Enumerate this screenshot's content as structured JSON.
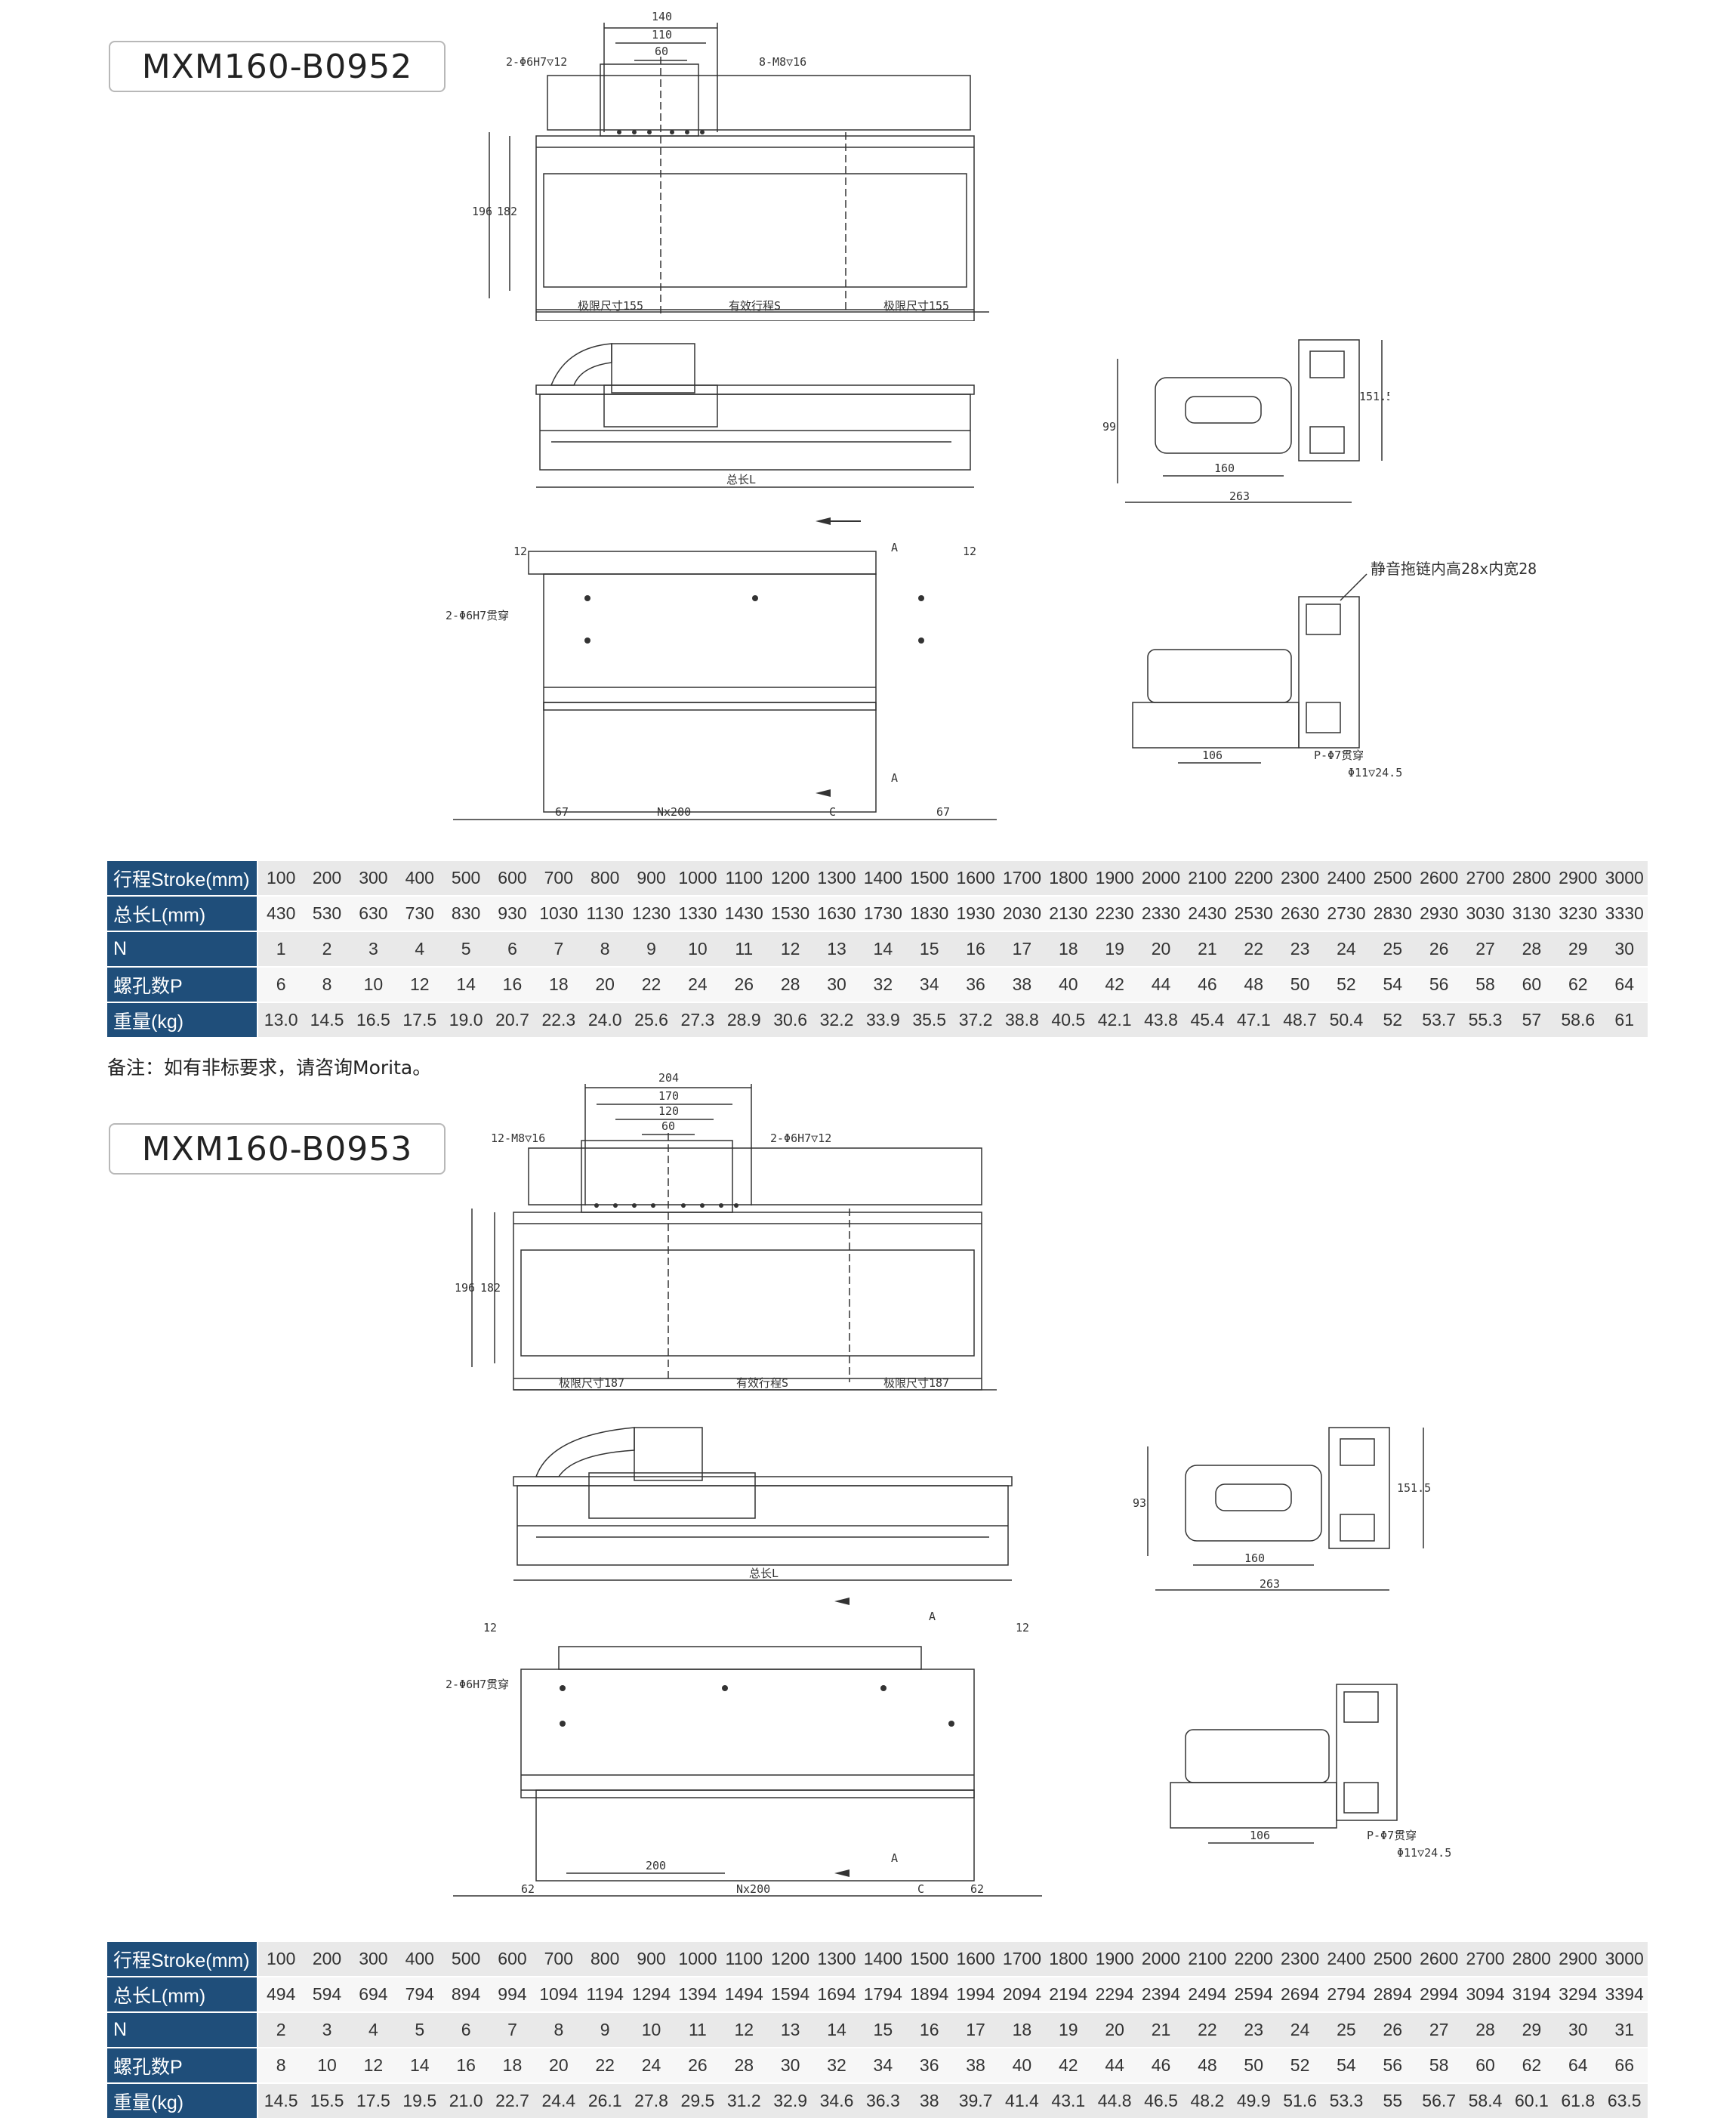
{
  "section1": {
    "model": "MXM160-B0952",
    "top_view": {
      "dims": [
        "140",
        "110",
        "60",
        "2-Φ6H7▽12",
        "8-M8▽16",
        "196",
        "182"
      ],
      "labels": [
        "极限尺寸155",
        "有效行程S",
        "极限尺寸155"
      ]
    },
    "side_view": {
      "labels": [
        "总长L"
      ]
    },
    "end_view": {
      "dims": [
        "99",
        "151.5",
        "160",
        "263"
      ]
    },
    "bottom_view": {
      "dims": [
        "12",
        "12",
        "A",
        "A",
        "2-Φ6H7贯穿",
        "67",
        "Nx200",
        "C",
        "67"
      ]
    },
    "section_view": {
      "dims": [
        "静音拖链内高28x内宽28",
        "106",
        "P-Φ7贯穿",
        "Φ11▽24.5"
      ]
    },
    "table": {
      "headers": [
        "行程Stroke(mm)",
        "总长L(mm)",
        "N",
        "螺孔数P",
        "重量(kg)"
      ],
      "rows": [
        [
          "100",
          "200",
          "300",
          "400",
          "500",
          "600",
          "700",
          "800",
          "900",
          "1000",
          "1100",
          "1200",
          "1300",
          "1400",
          "1500",
          "1600",
          "1700",
          "1800",
          "1900",
          "2000",
          "2100",
          "2200",
          "2300",
          "2400",
          "2500",
          "2600",
          "2700",
          "2800",
          "2900",
          "3000"
        ],
        [
          "430",
          "530",
          "630",
          "730",
          "830",
          "930",
          "1030",
          "1130",
          "1230",
          "1330",
          "1430",
          "1530",
          "1630",
          "1730",
          "1830",
          "1930",
          "2030",
          "2130",
          "2230",
          "2330",
          "2430",
          "2530",
          "2630",
          "2730",
          "2830",
          "2930",
          "3030",
          "3130",
          "3230",
          "3330"
        ],
        [
          "1",
          "2",
          "3",
          "4",
          "5",
          "6",
          "7",
          "8",
          "9",
          "10",
          "11",
          "12",
          "13",
          "14",
          "15",
          "16",
          "17",
          "18",
          "19",
          "20",
          "21",
          "22",
          "23",
          "24",
          "25",
          "26",
          "27",
          "28",
          "29",
          "30"
        ],
        [
          "6",
          "8",
          "10",
          "12",
          "14",
          "16",
          "18",
          "20",
          "22",
          "24",
          "26",
          "28",
          "30",
          "32",
          "34",
          "36",
          "38",
          "40",
          "42",
          "44",
          "46",
          "48",
          "50",
          "52",
          "54",
          "56",
          "58",
          "60",
          "62",
          "64"
        ],
        [
          "13.0",
          "14.5",
          "16.5",
          "17.5",
          "19.0",
          "20.7",
          "22.3",
          "24.0",
          "25.6",
          "27.3",
          "28.9",
          "30.6",
          "32.2",
          "33.9",
          "35.5",
          "37.2",
          "38.8",
          "40.5",
          "42.1",
          "43.8",
          "45.4",
          "47.1",
          "48.7",
          "50.4",
          "52",
          "53.7",
          "55.3",
          "57",
          "58.6",
          "61"
        ]
      ]
    },
    "note": "备注：如有非标要求，请咨询Morita。"
  },
  "section2": {
    "model": "MXM160-B0953",
    "top_view": {
      "dims": [
        "204",
        "170",
        "120",
        "60",
        "12-M8▽16",
        "2-Φ6H7▽12",
        "196",
        "182"
      ],
      "labels": [
        "极限尺寸187",
        "有效行程S",
        "极限尺寸187"
      ]
    },
    "side_view": {
      "labels": [
        "总长L"
      ]
    },
    "end_view": {
      "dims": [
        "93",
        "151.5",
        "160",
        "263"
      ]
    },
    "bottom_view": {
      "dims": [
        "12",
        "12",
        "A",
        "A",
        "2-Φ6H7贯穿",
        "200",
        "62",
        "Nx200",
        "C",
        "62"
      ]
    },
    "section_view": {
      "dims": [
        "106",
        "P-Φ7贯穿",
        "Φ11▽24.5"
      ]
    },
    "table": {
      "headers": [
        "行程Stroke(mm)",
        "总长L(mm)",
        "N",
        "螺孔数P",
        "重量(kg)"
      ],
      "rows": [
        [
          "100",
          "200",
          "300",
          "400",
          "500",
          "600",
          "700",
          "800",
          "900",
          "1000",
          "1100",
          "1200",
          "1300",
          "1400",
          "1500",
          "1600",
          "1700",
          "1800",
          "1900",
          "2000",
          "2100",
          "2200",
          "2300",
          "2400",
          "2500",
          "2600",
          "2700",
          "2800",
          "2900",
          "3000"
        ],
        [
          "494",
          "594",
          "694",
          "794",
          "894",
          "994",
          "1094",
          "1194",
          "1294",
          "1394",
          "1494",
          "1594",
          "1694",
          "1794",
          "1894",
          "1994",
          "2094",
          "2194",
          "2294",
          "2394",
          "2494",
          "2594",
          "2694",
          "2794",
          "2894",
          "2994",
          "3094",
          "3194",
          "3294",
          "3394"
        ],
        [
          "2",
          "3",
          "4",
          "5",
          "6",
          "7",
          "8",
          "9",
          "10",
          "11",
          "12",
          "13",
          "14",
          "15",
          "16",
          "17",
          "18",
          "19",
          "20",
          "21",
          "22",
          "23",
          "24",
          "25",
          "26",
          "27",
          "28",
          "29",
          "30",
          "31"
        ],
        [
          "8",
          "10",
          "12",
          "14",
          "16",
          "18",
          "20",
          "22",
          "24",
          "26",
          "28",
          "30",
          "32",
          "34",
          "36",
          "38",
          "40",
          "42",
          "44",
          "46",
          "48",
          "50",
          "52",
          "54",
          "56",
          "58",
          "60",
          "62",
          "64",
          "66"
        ],
        [
          "14.5",
          "15.5",
          "17.5",
          "19.5",
          "21.0",
          "22.7",
          "24.4",
          "26.1",
          "27.8",
          "29.5",
          "31.2",
          "32.9",
          "34.6",
          "36.3",
          "38",
          "39.7",
          "41.4",
          "43.1",
          "44.8",
          "46.5",
          "48.2",
          "49.9",
          "51.6",
          "53.3",
          "55",
          "56.7",
          "58.4",
          "60.1",
          "61.8",
          "63.5"
        ]
      ]
    }
  }
}
